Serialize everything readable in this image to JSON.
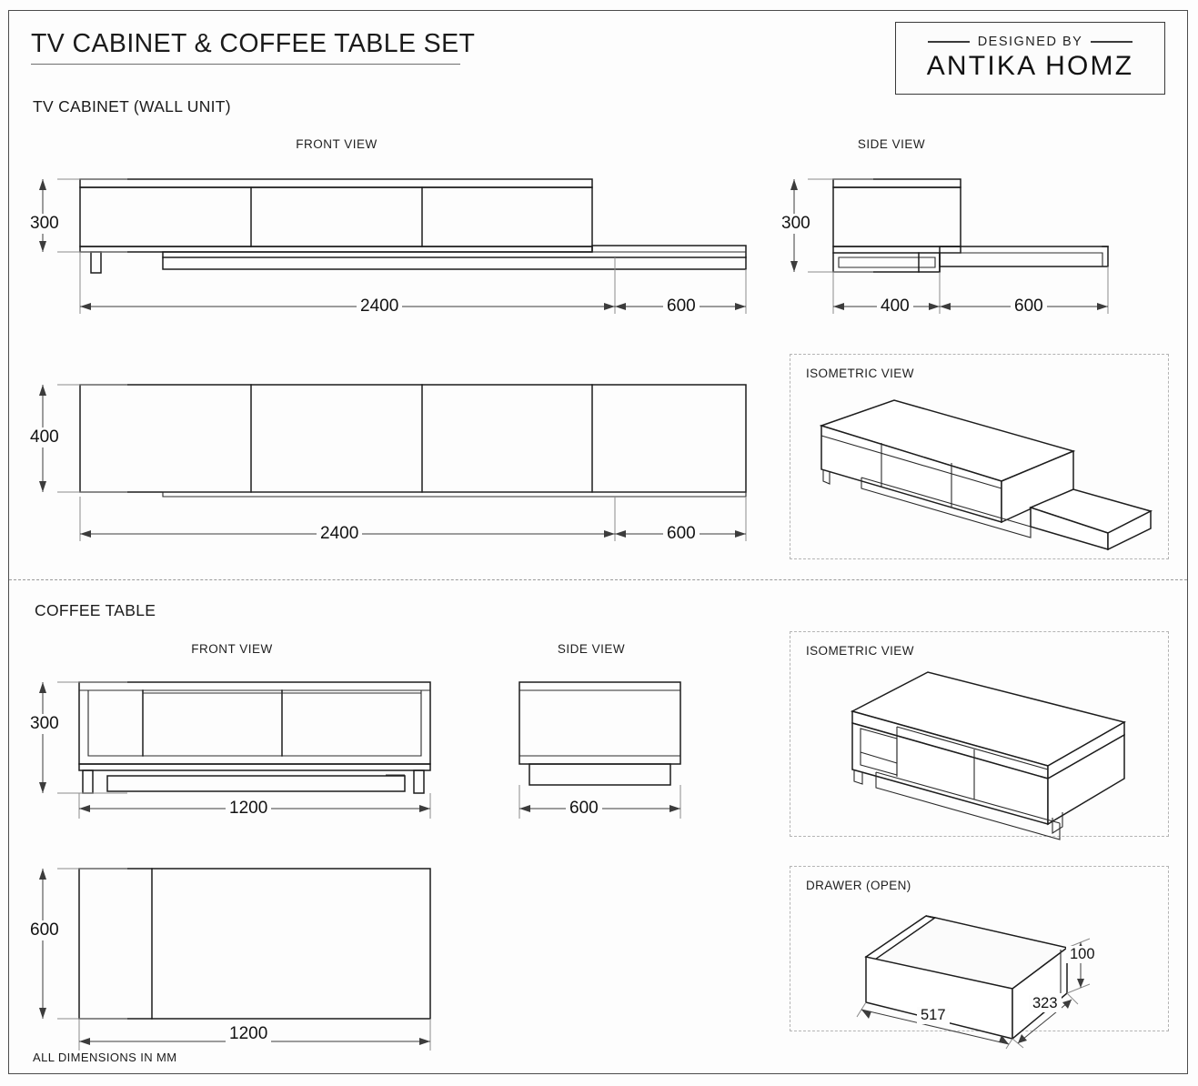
{
  "sheet": {
    "title": "TV CABINET & COFFEE TABLE SET",
    "footer_note": "ALL DIMENSIONS IN MM",
    "units": "mm",
    "line_color": "#1d1d1d",
    "dim_color": "#3c3c3c",
    "background": "#fdfdfd"
  },
  "logo": {
    "sub": "DESIGNED BY",
    "main": "ANTIKA HOMZ"
  },
  "sections": {
    "tv_cabinet": {
      "title": "TV CABINET (WALL UNIT)",
      "views": {
        "front": {
          "label": "FRONT VIEW",
          "dim_height": "300",
          "dim_width_main": "2400",
          "dim_width_ext": "600"
        },
        "side": {
          "label": "SIDE VIEW",
          "dim_height": "300",
          "dim_depth_main": "400",
          "dim_depth_ext": "600"
        },
        "top": {
          "dim_depth": "400",
          "dim_width_main": "2400",
          "dim_width_ext": "600"
        },
        "isometric": {
          "label": "ISOMETRIC VIEW"
        }
      }
    },
    "coffee_table": {
      "title": "COFFEE TABLE",
      "views": {
        "front": {
          "label": "FRONT VIEW",
          "dim_height": "300",
          "dim_width": "1200"
        },
        "side": {
          "label": "SIDE VIEW",
          "dim_width": "600"
        },
        "top": {
          "dim_depth": "600",
          "dim_width": "1200"
        },
        "isometric": {
          "label": "ISOMETRIC VIEW"
        },
        "drawer": {
          "label": "DRAWER (OPEN)",
          "dim_length": "517",
          "dim_depth": "323",
          "dim_height": "100"
        }
      }
    }
  }
}
